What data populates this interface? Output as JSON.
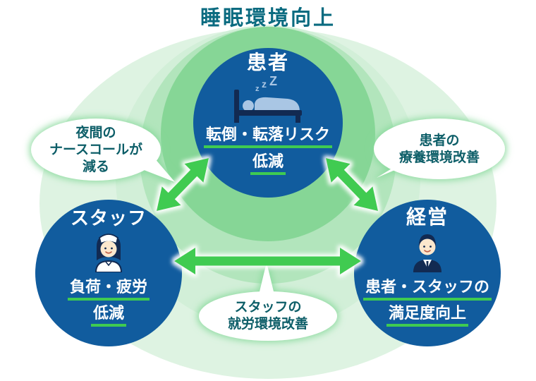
{
  "title": "睡眠環境向上",
  "nodes": {
    "patient": {
      "label": "患者",
      "line1": "転倒・転落リスク",
      "line2": "低減"
    },
    "staff": {
      "label": "スタッフ",
      "line1": "負荷・疲労",
      "line2": "低減"
    },
    "management": {
      "label": "経営",
      "line1": "患者・スタッフの",
      "line2": "満足度向上"
    }
  },
  "bubbles": {
    "left": {
      "line1": "夜間の",
      "line2": "ナースコールが",
      "line3": "減る"
    },
    "right": {
      "line1": "患者の",
      "line2": "療養環境改善"
    },
    "bottom": {
      "line1": "スタッフの",
      "line2": "就労環境改善"
    }
  },
  "icons": {
    "patient_icon": "sleeping-patient-in-bed-icon",
    "staff_icon": "nurse-icon",
    "management_icon": "businessman-icon",
    "sleep_z1": "z",
    "sleep_z2": "z",
    "sleep_z3": "Z"
  },
  "colors": {
    "accent_green": "#3fcb51",
    "node_blue": "#115c9e",
    "icon_navy": "#122a52",
    "icon_skin": "#fbe7cd",
    "icon_light_blue": "#a9c6e4",
    "title_teal": "#0b6b80",
    "bubble_text_teal": "#0d5e68",
    "ring_green_inner": "#86d696",
    "ring_green_mid": "#b2e5bc",
    "ring_green_outer": "#d2efd8",
    "background_green": "#def3e2"
  }
}
